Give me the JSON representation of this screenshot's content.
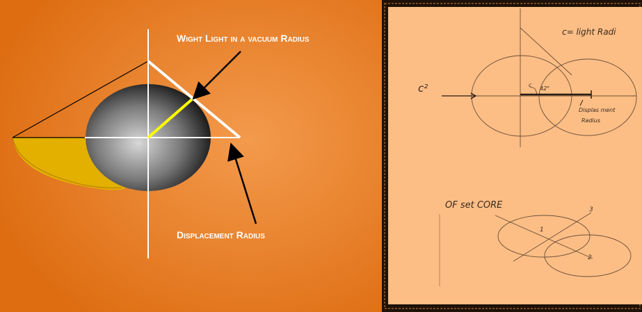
{
  "left_panel": {
    "label_top": "Wight Light in a vacuum Radius",
    "label_bottom": "Displacement Radius",
    "colors": {
      "background_light": "#f39a4c",
      "background_dark": "#de6d12",
      "sphere_light": "#d8d8d8",
      "sphere_dark": "#111111",
      "shadow": "#e3b000",
      "highlight_line": "#ffff00",
      "lines": "#ffffff"
    }
  },
  "right_panel": {
    "sketch_title": "c= light Radi",
    "c_squared": "c²",
    "angle_label": "42°",
    "angle_mark": "c",
    "displacement_note_1": "Displas ment",
    "displacement_note_2": "Radius",
    "offset_core": "OF set CORE",
    "point_1": "1",
    "point_2": "2",
    "point_3": "3",
    "colors": {
      "paper": "#fcbe85",
      "border": "#1e1208",
      "pencil": "#6a4e38",
      "ink": "#2a1c14"
    }
  }
}
